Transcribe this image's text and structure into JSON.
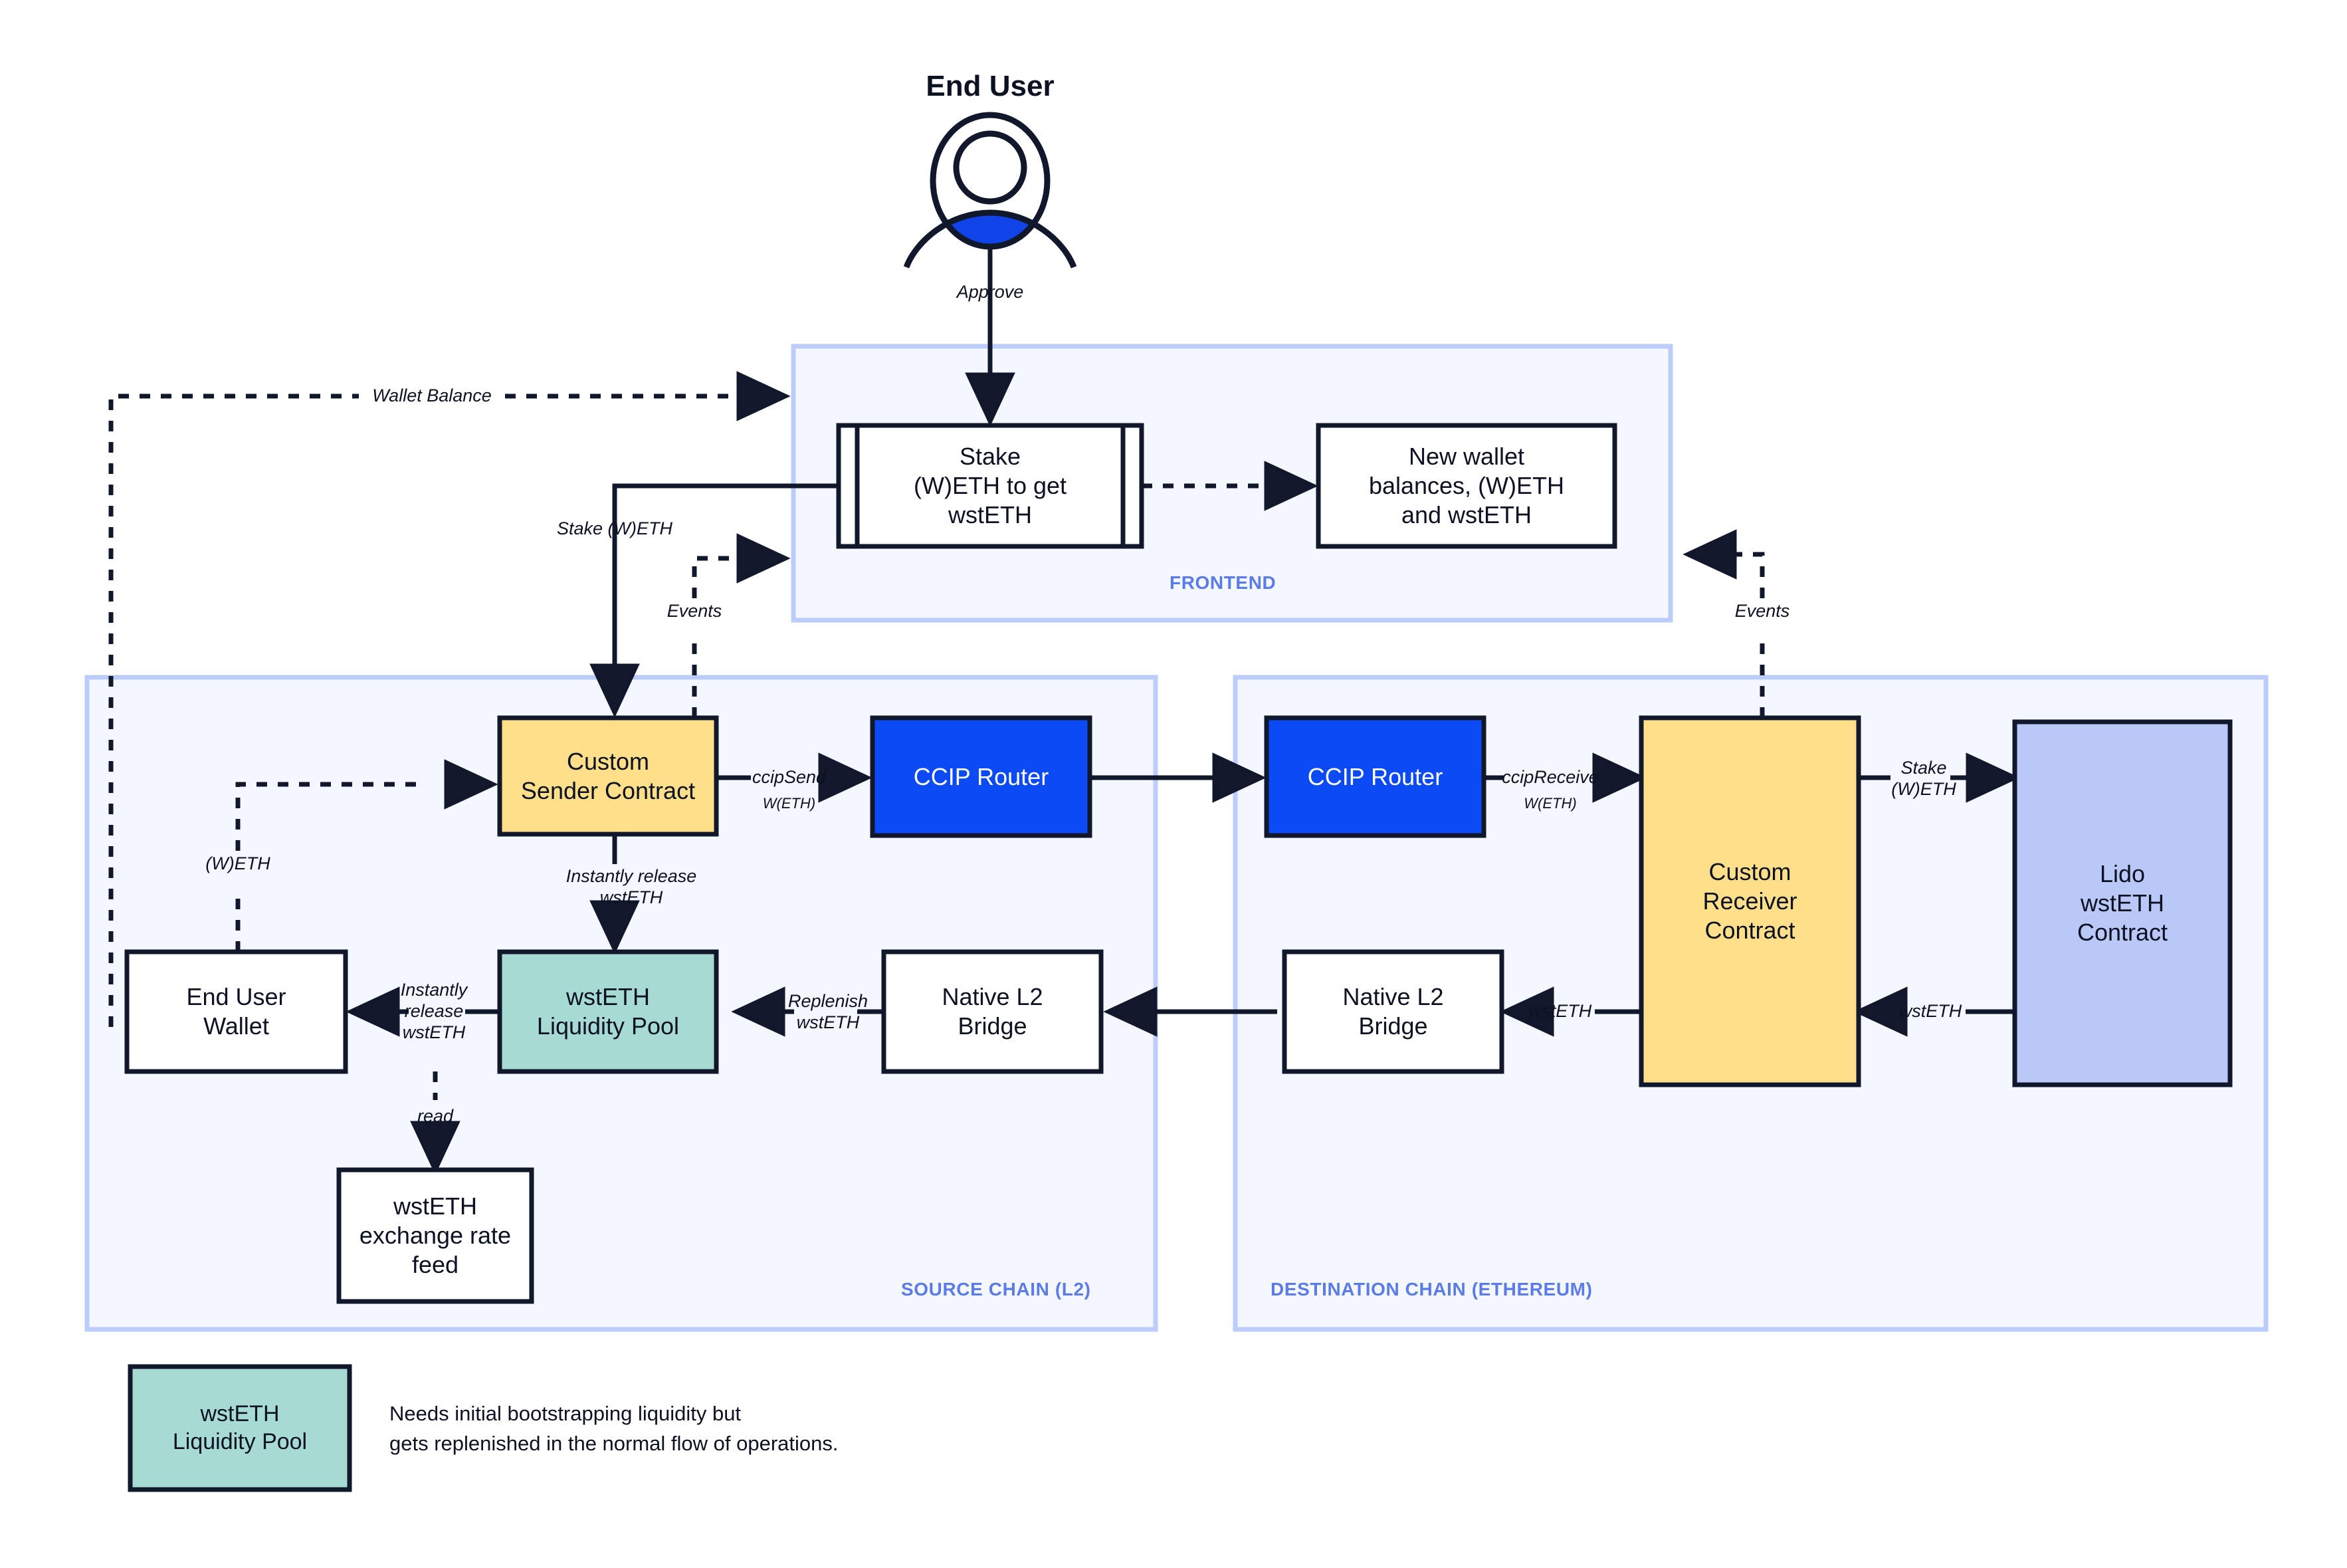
{
  "diagram": {
    "title": "End User",
    "actor_icon": "user-avatar-icon"
  },
  "zones": [
    {
      "id": "frontend",
      "label": "FRONTEND"
    },
    {
      "id": "source-chain",
      "label": "SOURCE CHAIN (L2)"
    },
    {
      "id": "destination-chain",
      "label": "DESTINATION CHAIN (ETHEREUM)"
    }
  ],
  "nodes": {
    "stake_weth_frontend": "Stake\n(W)ETH to get\nwstETH",
    "new_wallet_balances": "New wallet\nbalances, (W)ETH\nand wstETH",
    "custom_sender_contract": "Custom\nSender Contract",
    "ccip_router_source": "CCIP Router",
    "ccip_router_destination": "CCIP Router",
    "custom_receiver_contract": "Custom\nReceiver\nContract",
    "lido_wsteth_contract": "Lido\nwstETH\nContract",
    "end_user_wallet": "End User\nWallet",
    "wsteth_liquidity_pool": "wstETH\nLiquidity Pool",
    "native_l2_bridge_source": "Native L2\nBridge",
    "native_l2_bridge_destination": "Native L2\nBridge",
    "wsteth_exchange_rate_feed": "wstETH\nexchange rate\nfeed"
  },
  "edge_labels": {
    "approve": "Approve",
    "wallet_balance": "Wallet Balance",
    "stake_weth": "Stake (W)ETH",
    "events_left": "Events",
    "events_right": "Events",
    "weth_dashed": "(W)ETH",
    "ccip_send": "ccipSend",
    "ccip_send_sub": "W(ETH)",
    "ccip_receive": "ccipReceive",
    "ccip_receive_sub": "W(ETH)",
    "instantly_release_wsteth_down": "Instantly release\nwstETH",
    "instantly_release_wsteth_left": "Instantly\nrelease\nwstETH",
    "read": "read",
    "replenish_wsteth": "Replenish\nwstETH",
    "wsteth_bridge_dest": "wstETH",
    "stake_weth_lido": "Stake\n(W)ETH",
    "wsteth_lido": "wstETH"
  },
  "legend": {
    "swatch_label": "wstETH\nLiquidity Pool",
    "note": "Needs initial bootstrapping liquidity but\ngets replenished in the normal flow of operations."
  },
  "colors": {
    "zone_fill": "#f5f7fe",
    "zone_stroke": "#bdcdfb",
    "zone_label": "#5b7ce8",
    "stroke": "#12182b",
    "yellow": "#ffdf8a",
    "blue": "#0b4af5",
    "teal": "#a8dad4",
    "periwinkle": "#bac8f7",
    "white": "#ffffff",
    "avatar_blue": "#1043e8"
  }
}
